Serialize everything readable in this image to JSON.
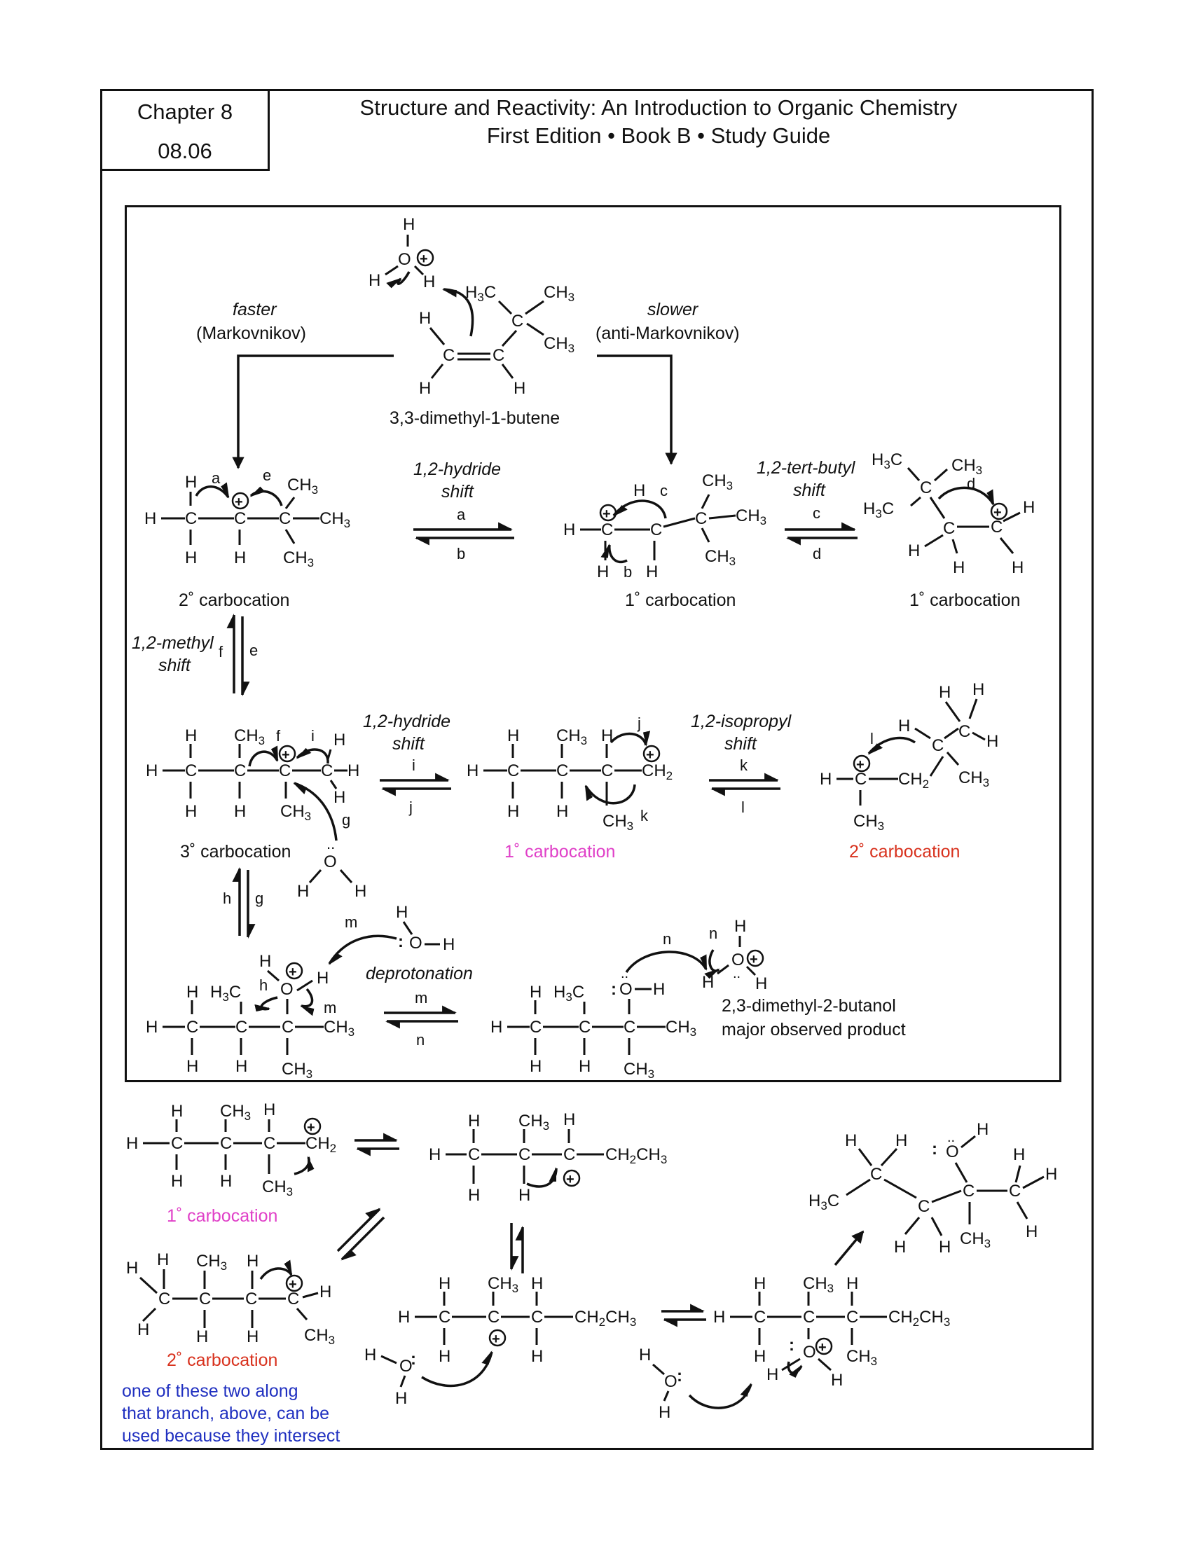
{
  "header": {
    "chapter": "Chapter 8",
    "section": "08.06",
    "title_line1": "Structure and Reactivity: An Introduction to Organic Chemistry",
    "title_line2": "First Edition • Book B • Study Guide"
  },
  "reactant": {
    "name": "3,3-dimethyl-1-butene"
  },
  "paths": {
    "faster": "faster",
    "faster_rule": "(Markovnikov)",
    "slower": "slower",
    "slower_rule": "(anti-Markovnikov)"
  },
  "shifts": {
    "hydride_1": "1,2-hydride",
    "hydride_1b": "shift",
    "tbutyl": "1,2-tert-butyl",
    "tbutyl_b": "shift",
    "methyl": "1,2-methyl",
    "methyl_b": "shift",
    "hydride_2": "1,2-hydride",
    "hydride_2b": "shift",
    "isopropyl": "1,2-isopropyl",
    "isopropyl_b": "shift",
    "deprotonation": "deprotonation"
  },
  "carbocations": {
    "secondary": "2˚ carbocation",
    "primary": "1˚ carbocation",
    "tertiary": "3˚ carbocation"
  },
  "product": {
    "name": "2,3-dimethyl-2-butanol",
    "note": "major observed product"
  },
  "bottom_note": {
    "line1": "one of these two along",
    "line2": "that branch, above, can be",
    "line3": "used because they intersect"
  },
  "colors": {
    "primary_label": "#e040c8",
    "secondary_label": "#d8321e",
    "note_blue": "#2030c0",
    "ink": "#111111"
  }
}
